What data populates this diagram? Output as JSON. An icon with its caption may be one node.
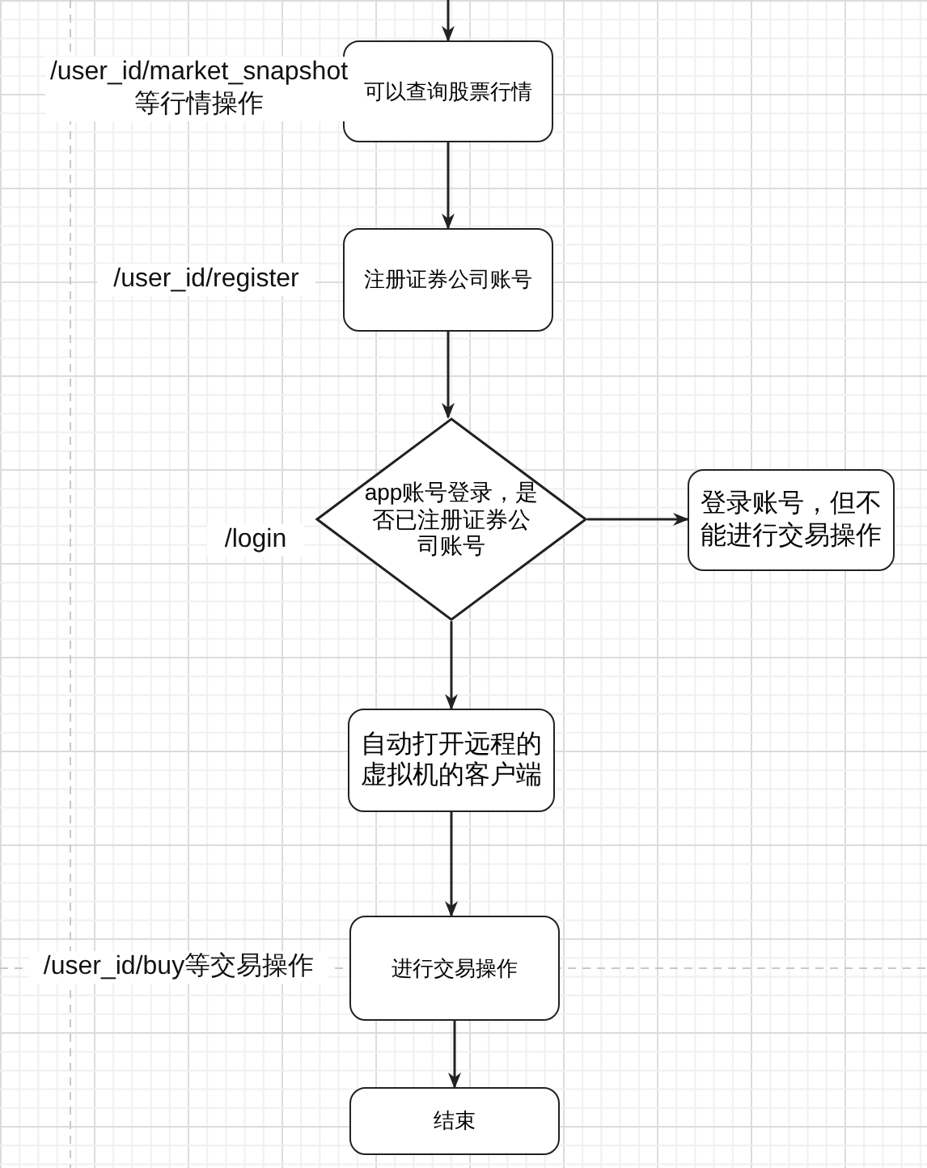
{
  "diagram": {
    "nodes": [
      {
        "text": [
          "可以查询股票行情"
        ],
        "beside": [
          "/user_id/market_snapshot 等行情操作"
        ]
      },
      {
        "text": [
          "注册证券公司账号"
        ],
        "beside": [
          "/user_id/register"
        ]
      },
      {
        "text": [
          "app账号登录，是否已注册证券公司账号"
        ],
        "beside": [
          "/login"
        ]
      },
      {
        "text": [
          "登录账号，但不能进行交易操作"
        ]
      },
      {
        "text": [
          "自动打开远程的虚拟机的客户端"
        ]
      },
      {
        "text": [
          "进行交易操作"
        ],
        "beside": [
          "/user_id/buy等交易操作"
        ]
      },
      {
        "text": [
          "结束"
        ]
      }
    ],
    "edges": [
      {
        "from": null,
        "to": 0,
        "arrow": "to"
      },
      {
        "from": 0,
        "to": 1,
        "arrow": "to"
      },
      {
        "from": 1,
        "to": 2,
        "arrow": "to"
      },
      {
        "from": 2,
        "to": 3,
        "arrow": "to"
      },
      {
        "from": 2,
        "to": 4,
        "arrow": "to"
      },
      {
        "from": 4,
        "to": 5,
        "arrow": "to"
      },
      {
        "from": 5,
        "to": 6,
        "arrow": "to"
      }
    ]
  }
}
